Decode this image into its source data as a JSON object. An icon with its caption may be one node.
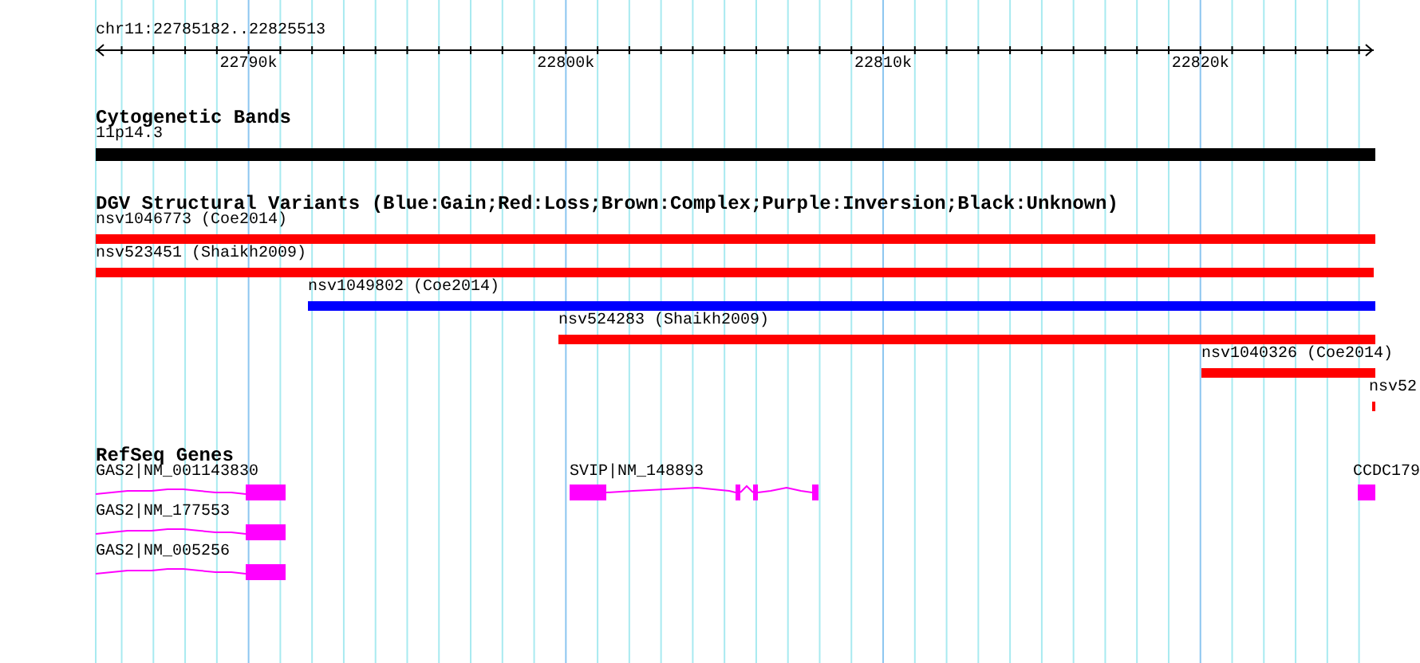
{
  "diagram": {
    "nodes": [
      {
        "text": [
          "11p14.3"
        ]
      },
      {
        "text": [
          "nsv1046773 (Coe2014)"
        ]
      },
      {
        "text": [
          "nsv523451 (Shaikh2009)"
        ]
      },
      {
        "text": [
          "nsv1049802 (Coe2014)"
        ]
      },
      {
        "text": [
          "nsv524283 (Shaikh2009)"
        ]
      },
      {
        "text": [
          "nsv1040326 (Coe2014)"
        ]
      },
      {
        "text": [
          "nsv52"
        ]
      },
      {
        "text": [
          "GAS2|NM_001143830"
        ]
      },
      {
        "text": [
          "SVIP|NM_148893"
        ]
      },
      {
        "text": [
          "CCDC179"
        ]
      },
      {
        "text": [
          "GAS2|NM_177553"
        ]
      },
      {
        "text": [
          "GAS2|NM_005256"
        ]
      }
    ],
    "labels": [
      "chr11:22785182..22825513",
      "22790k",
      "22800k",
      "22810k",
      "22820k",
      "Cytogenetic Bands",
      "DGV Structural Variants (Blue:Gain;Red:Loss;Brown:Complex;Purple:Inversion;Black:Unknown)",
      "RefSeq Genes"
    ]
  }
}
